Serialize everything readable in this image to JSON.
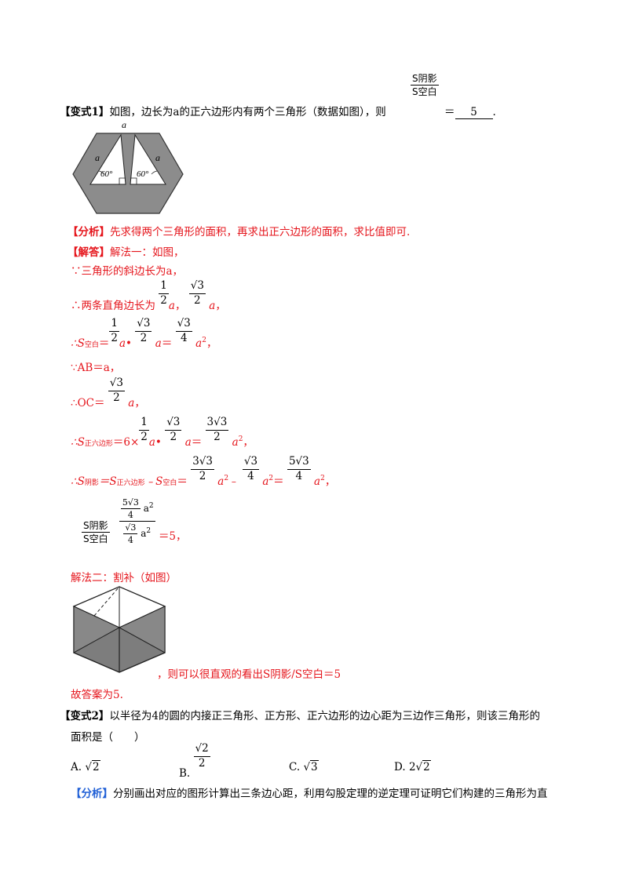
{
  "v1": {
    "label": "【变式1】",
    "question": "如图，边长为a的正六边形内有两个三角形（数据如图），则",
    "ratio_num": "S阴影",
    "ratio_den": "S空白",
    "equals": "＝",
    "answer": "5",
    "end": ".",
    "fig_labels": {
      "top": "a",
      "left_side": "a",
      "right_side": "a",
      "left_angle": "60°",
      "right_angle": "60°"
    }
  },
  "analysis1": {
    "label": "【分析】",
    "text": "先求得两个三角形的面积，再求出正六边形的面积，求比值即可."
  },
  "solution": {
    "label": "【解答】",
    "method1": "解法一：如图，",
    "l1": "∵三角形的斜边长为a，",
    "l2": "∴两条直角边长为",
    "l3_prefix": "∴S",
    "l3_sub": "空白",
    "l4": "∵AB＝a，",
    "l5": "∴OC＝",
    "l6_prefix": "∴S",
    "l6_sub": "正六边形",
    "l7_prefix": "∴S",
    "l7_sub1": "阴影",
    "l7_mid": "＝S",
    "l7_sub2": "正六边形",
    "l7_minus": "﹣S",
    "l7_sub3": "空白",
    "l8_result": "＝5，",
    "method2": "解法二：割补（如图）",
    "method2_tail": "，则可以很直观的看出S阴影/S空白＝5",
    "final": "故答案为5."
  },
  "v2": {
    "label": "【变式2】",
    "question_line1": "以半径为4的圆的内接正三角形、正方形、正六边形的边心距为三边作三角形，则该三角形的",
    "question_line2": "面积是（　　）",
    "options": [
      {
        "key": "A.",
        "text": "√2"
      },
      {
        "key": "B.",
        "text": "√2 / 2"
      },
      {
        "key": "C.",
        "text": "√3"
      },
      {
        "key": "D.",
        "text": "2√2"
      }
    ]
  },
  "analysis2": {
    "label": "【分析】",
    "text": "分别画出对应的图形计算出三条边心距，利用勾股定理的逆定理可证明它们构建的三角形为直"
  }
}
